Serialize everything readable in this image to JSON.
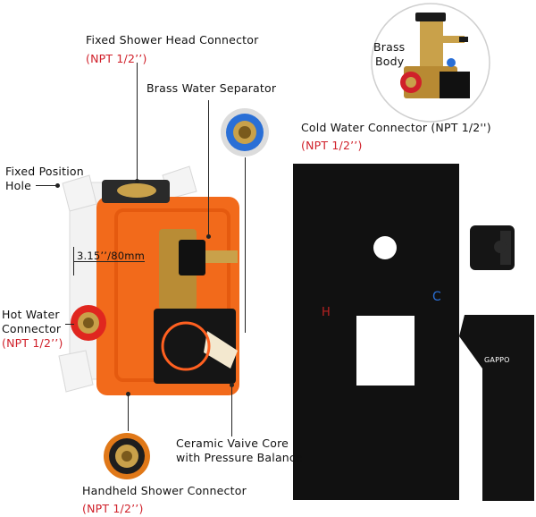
{
  "labels": {
    "fixed_head": "Fixed Shower Head Connector",
    "fixed_head_spec": "(NPT 1/2’’)",
    "brass_separator": "Brass Water Separator",
    "brass_body_1": "Brass",
    "brass_body_2": "Body",
    "cold": "Cold Water Connector (NPT 1/2'')",
    "cold_spec": "(NPT 1/2’’)",
    "fixed_position_1": "Fixed Position",
    "fixed_position_2": "Hole",
    "dimension": "3.15’’/80mm",
    "hot_1": "Hot Water",
    "hot_2": "Connector",
    "hot_spec": "(NPT 1/2’’)",
    "ceramic_1": "Ceramic Vaive Core",
    "ceramic_2": "with Pressure Balance",
    "handheld": "Handheld Shower Connector",
    "handheld_spec": "(NPT 1/2’’)",
    "plate_h": "H",
    "plate_c": "C",
    "brand": "GAPPO"
  },
  "colors": {
    "housing_orange": "#f26a1b",
    "brass": "#c9a14a",
    "black_metal": "#141414",
    "spec_red": "#d0202a",
    "cold_blue": "#2a6fd6"
  }
}
